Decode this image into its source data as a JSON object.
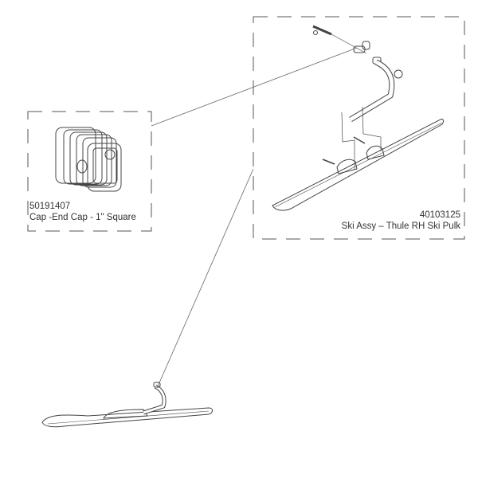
{
  "callouts": [
    {
      "part_number": "50191407",
      "description": "Cap -End Cap - 1\" Square"
    },
    {
      "part_number": "40103125",
      "description": "Ski Assy – Thule RH Ski Pulk"
    }
  ],
  "colors": {
    "line": "#444444",
    "dash": "#555555"
  }
}
